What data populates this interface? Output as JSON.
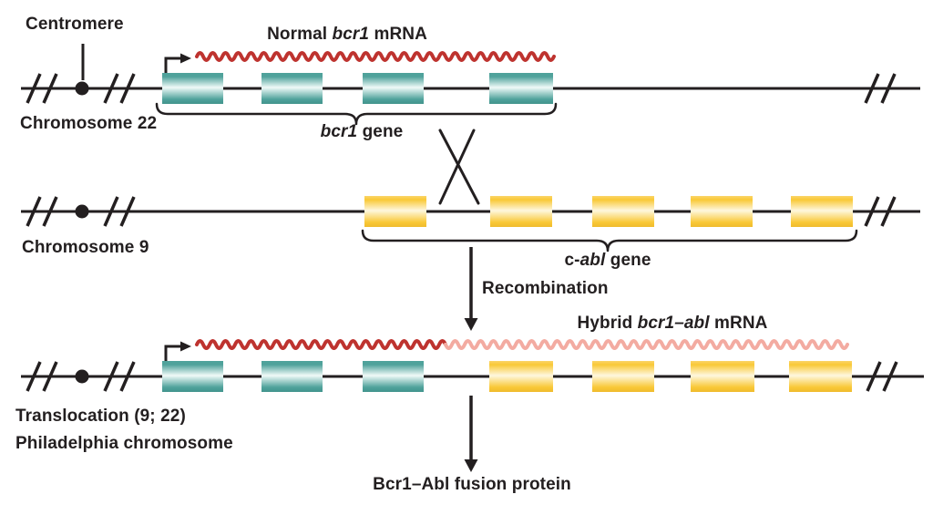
{
  "colors": {
    "background": "#FFFFFF",
    "ink": "#231F20",
    "teal_dark": "#4FA29B",
    "teal_light": "#F0FAF8",
    "yellow_dark": "#F9C836",
    "yellow_light": "#FEF7DE",
    "mrna_red": "#BE332F",
    "mrna_pink": "#F3ABA1"
  },
  "labels": {
    "centromere": "Centromere",
    "chromosome22": "Chromosome 22",
    "chromosome9": "Chromosome 9",
    "normal_mrna": {
      "pre": "Normal ",
      "italic": "bcr1",
      "post": " mRNA"
    },
    "bcr1_gene": {
      "italic": "bcr1",
      "post": " gene"
    },
    "cabl_gene": {
      "pre": "c-",
      "italic": "abl",
      "post": " gene"
    },
    "recombination": "Recombination",
    "hybrid_mrna": {
      "pre": "Hybrid ",
      "italic": "bcr1–abl",
      "post": " mRNA"
    },
    "translocation": "Translocation (9; 22)",
    "philadelphia": "Philadelphia chromosome",
    "fusion_protein": "Bcr1–Abl fusion protein"
  },
  "diagram": {
    "rows": [
      {
        "name": "chromosome-22",
        "teal_exons": 4,
        "yellow_exons": 0,
        "mrna": "normal bcr1 (red)"
      },
      {
        "name": "chromosome-9",
        "teal_exons": 0,
        "yellow_exons": 5,
        "mrna": "none"
      },
      {
        "name": "philadelphia-chromosome",
        "teal_exons": 3,
        "yellow_exons": 4,
        "mrna": "hybrid bcr1-abl (red + pink)"
      }
    ]
  }
}
